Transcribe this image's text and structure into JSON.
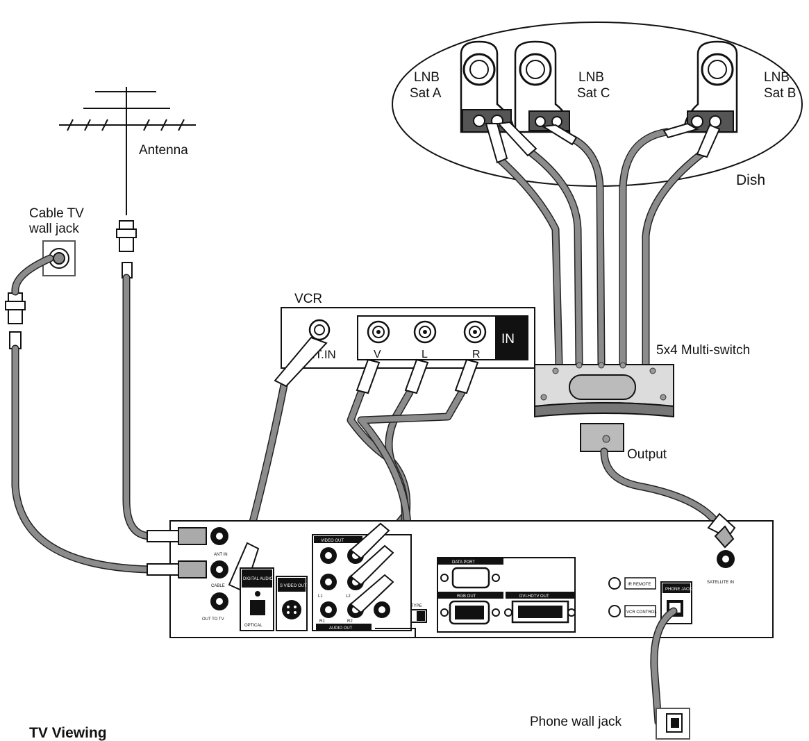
{
  "labels": {
    "antenna": "Antenna",
    "cable_jack_line1": "Cable TV",
    "cable_jack_line2": "wall jack",
    "lnb_a_line1": "LNB",
    "lnb_a_line2": "Sat A",
    "lnb_c_line1": "LNB",
    "lnb_c_line2": "Sat C",
    "lnb_b_line1": "LNB",
    "lnb_b_line2": "Sat B",
    "dish": "Dish",
    "vcr": "VCR",
    "vcr_ant_in": "ANT.IN",
    "vcr_in": "IN",
    "vcr_v": "V",
    "vcr_l": "L",
    "vcr_r": "R",
    "multiswitch": "5x4 Multi-switch",
    "output": "Output",
    "phone_wall_jack": "Phone wall jack",
    "title": "TV Viewing"
  },
  "receiver_panel": {
    "ant_in": "ANT IN",
    "cable": "CABLE",
    "out_to_tv": "OUT TO TV",
    "digital_audio_out": "DIGITAL AUDIO OUT",
    "optical": "OPTICAL",
    "s_video_out": "S VIDEO OUT",
    "video_out": "VIDEO OUT",
    "audio_out": "AUDIO OUT",
    "l1": "L1",
    "l2": "L2",
    "r1": "R1",
    "r2": "R2",
    "type": "TYPE",
    "data_port": "DATA PORT",
    "rgb_out": "RGB OUT",
    "dvi_hdtv_out": "DVI-HDTV OUT",
    "ir_remote": "IR REMOTE",
    "vcr_control": "VCR CONTROL",
    "phone_jack": "PHONE JACK",
    "satellite_in": "SATELLITE IN"
  },
  "colors": {
    "cable": "#8c8c8c",
    "outline": "#111111",
    "multiswitch_body": "#d4d4d4"
  }
}
